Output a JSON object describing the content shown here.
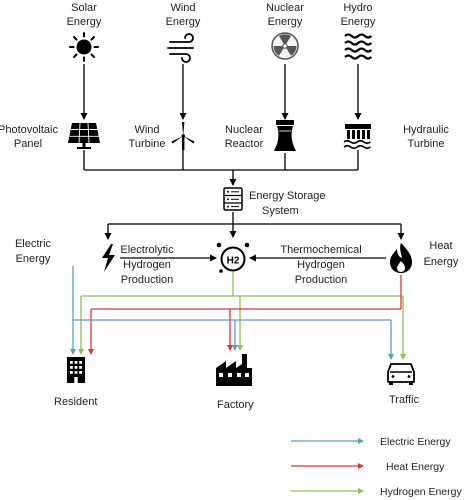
{
  "sources": {
    "solar": {
      "line1": "Solar",
      "line2": "Energy"
    },
    "wind": {
      "line1": "Wind",
      "line2": "Energy"
    },
    "nuclear": {
      "line1": "Nuclear",
      "line2": "Energy"
    },
    "hydro": {
      "line1": "Hydro",
      "line2": "Energy"
    }
  },
  "converters": {
    "pv": {
      "line1": "Photovoltaic",
      "line2": "Panel"
    },
    "wind_turbine": {
      "line1": "Wind",
      "line2": "Turbine"
    },
    "reactor": {
      "line1": "Nuclear",
      "line2": "Reactor"
    },
    "hydraulic": {
      "line1": "Hydraulic",
      "line2": "Turbine"
    }
  },
  "storage": {
    "line1": "Energy Storage",
    "line2": "System"
  },
  "middle": {
    "electric": {
      "line1": "Electric",
      "line2": "Energy"
    },
    "heat": {
      "line1": "Heat",
      "line2": "Energy"
    },
    "h2_badge": "H2",
    "electrolytic": {
      "line1": "Electrolytic",
      "line2": "Hydrogen",
      "line3": "Production"
    },
    "thermochemical": {
      "line1": "Thermochemical",
      "line2": "Hydrogen",
      "line3": "Production"
    }
  },
  "consumers": {
    "resident": "Resident",
    "factory": "Factory",
    "traffic": "Traffic"
  },
  "legend": [
    {
      "label": "Electric Energy",
      "color": "#5b9bd5"
    },
    {
      "label": "Heat Energy",
      "color": "#e8312f"
    },
    {
      "label": "Hydrogen Energy",
      "color": "#8cc152"
    }
  ],
  "colors": {
    "electric": "#5b9bd5",
    "heat": "#e8312f",
    "hydrogen": "#8cc152",
    "line": "#000000"
  }
}
